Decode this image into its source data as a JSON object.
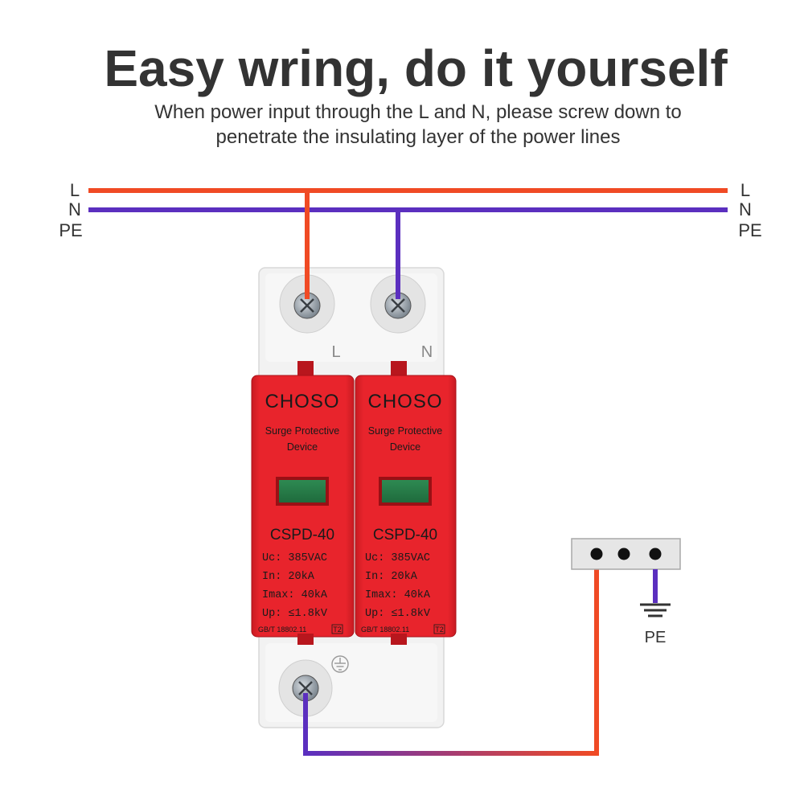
{
  "header": {
    "title": "Easy wring, do it yourself",
    "subtitle_line1": "When power input through the L and N, please screw down to",
    "subtitle_line2": "penetrate the insulating layer of the power lines"
  },
  "wires": {
    "left_labels": [
      "L",
      "N",
      "PE"
    ],
    "right_labels": [
      "L",
      "N",
      "PE"
    ]
  },
  "device": {
    "top_terminal_labels": [
      "L",
      "N"
    ],
    "modules": [
      {
        "brand": "CHOSO",
        "type_line1": "Surge Protective",
        "type_line2": "Device",
        "model": "CSPD-40",
        "specs": [
          "Uc: 385VAC",
          "In:   20kA",
          "Imax: 40kA",
          "Up: ≤1.8kV"
        ],
        "standard": "GB/T 18802.11",
        "standard_badge": "T2"
      },
      {
        "brand": "CHOSO",
        "type_line1": "Surge Protective",
        "type_line2": "Device",
        "model": "CSPD-40",
        "specs": [
          "Uc: 385VAC",
          "In:   20kA",
          "Imax: 40kA",
          "Up: ≤1.8kV"
        ],
        "standard": "GB/T 18802.11",
        "standard_badge": "T2"
      }
    ]
  },
  "ground": {
    "label": "PE"
  },
  "colors": {
    "live_wire": "#f04a24",
    "neutral_wire": "#5b2fbf",
    "module_red": "#e8242c",
    "housing": "#f2f2f2",
    "text_dark": "#333333"
  }
}
